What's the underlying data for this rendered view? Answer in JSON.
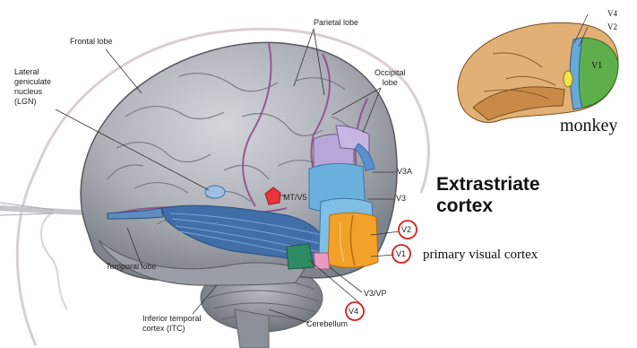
{
  "labels": {
    "frontal_lobe": "Frontal lobe",
    "parietal_lobe": "Parietal lobe",
    "occipital_lobe": "Occipital\nlobe",
    "lgn": "Lateral\ngeniculate\nnucleus\n(LGN)",
    "mt_v5": "MT/V5",
    "v3a": "V3A",
    "v3": "V3",
    "v2": "V2",
    "v1": "V1",
    "v3_vp": "V3/VP",
    "v4": "V4",
    "temporal_lobe": "Temporal lobe",
    "itc": "Inferior temporal\ncortex (ITC)",
    "cerebellum": "Cerebellum"
  },
  "headings": {
    "extrastriate": "Extrastriate\ncortex",
    "primary_visual_cortex": "primary visual cortex"
  },
  "monkey_inset": {
    "caption": "monkey",
    "v4": "V4",
    "v2": "V2",
    "v1": "V1"
  },
  "colors": {
    "brain_gray": "#a9acb4",
    "v1_orange": "#f2a22a",
    "v2_v3_blue": "#6ab0dc",
    "v3a_purple": "#b9a6d8",
    "pathway_blue": "#3f6ea8",
    "mt_red": "#e8333b",
    "circle_red": "#d62020",
    "monkey_tan": "#e2b075",
    "monkey_v1_green": "#5fae4c"
  }
}
